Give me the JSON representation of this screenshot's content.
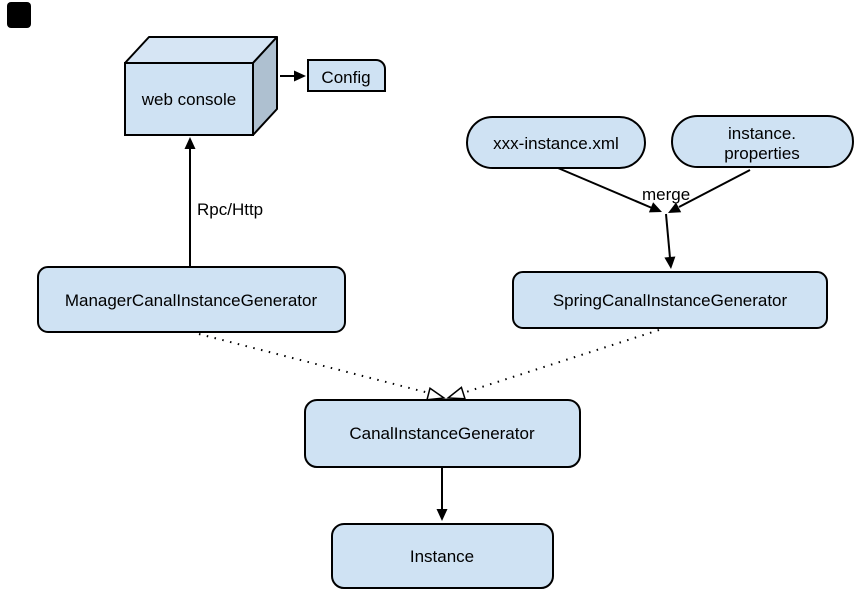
{
  "diagram": {
    "background": "#ffffff",
    "colors": {
      "node_fill": "#cfe2f3",
      "cube_top_fill": "#d6e5f4",
      "cube_side_fill": "#aec0d0",
      "outline": "#000000",
      "corner_marker": "#000000"
    },
    "nodes": {
      "web_console": {
        "shape": "cube",
        "label": "web console"
      },
      "config": {
        "shape": "rectangle",
        "label": "Config"
      },
      "manager_generator": {
        "shape": "rounded-rect",
        "label": "ManagerCanalInstanceGenerator"
      },
      "xml_file": {
        "shape": "stadium",
        "label": "xxx-instance.xml"
      },
      "properties_file": {
        "shape": "stadium",
        "label_line1": "instance.",
        "label_line2": "properties"
      },
      "spring_generator": {
        "shape": "rounded-rect",
        "label": "SpringCanalInstanceGenerator"
      },
      "canal_generator": {
        "shape": "rounded-rect",
        "label": "CanalInstanceGenerator"
      },
      "instance": {
        "shape": "rounded-rect",
        "label": "Instance"
      }
    },
    "edge_labels": {
      "rpc_http": "Rpc/Http",
      "merge": "merge"
    },
    "edges": [
      {
        "from": "manager_generator",
        "to": "web_console",
        "style": "solid-arrow",
        "label": "Rpc/Http"
      },
      {
        "from": "web_console",
        "to": "config",
        "style": "solid-arrow",
        "label": ""
      },
      {
        "from": "xml_file",
        "to": "merge-point",
        "style": "solid-arrow",
        "label": ""
      },
      {
        "from": "properties_file",
        "to": "merge-point",
        "style": "solid-arrow",
        "label": "merge"
      },
      {
        "from": "merge-point",
        "to": "spring_generator",
        "style": "solid-arrow",
        "label": ""
      },
      {
        "from": "manager_generator",
        "to": "canal_generator",
        "style": "dotted-hollow-arrow",
        "label": ""
      },
      {
        "from": "spring_generator",
        "to": "canal_generator",
        "style": "dotted-hollow-arrow",
        "label": ""
      },
      {
        "from": "canal_generator",
        "to": "instance",
        "style": "solid-arrow",
        "label": ""
      }
    ]
  }
}
